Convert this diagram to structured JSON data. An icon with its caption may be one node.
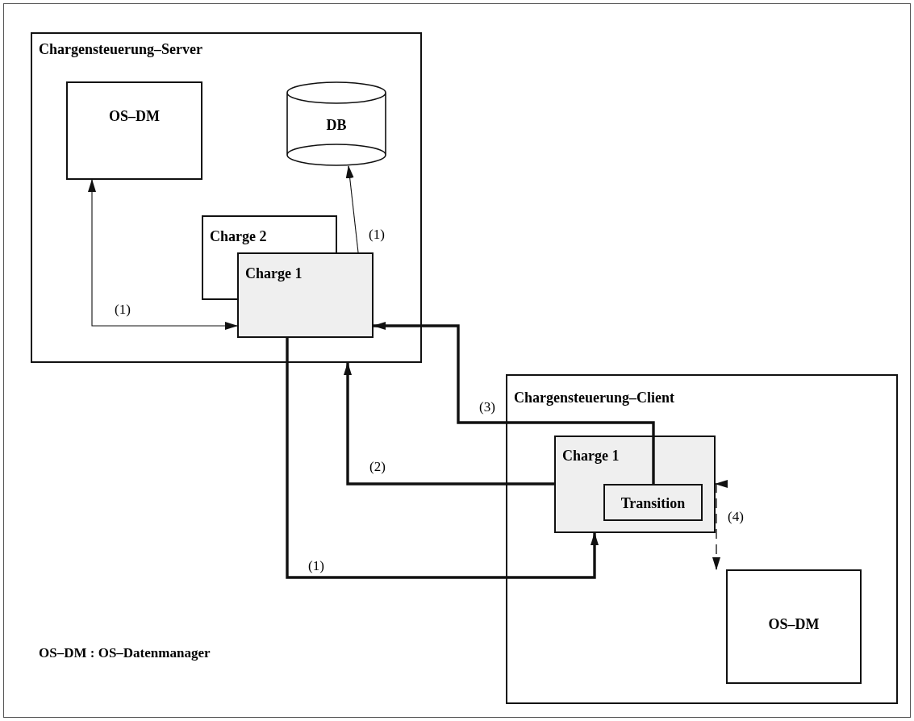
{
  "diagram": {
    "nodes": [
      {
        "text": [
          "Chargensteuerung–Server"
        ]
      },
      {
        "text": [
          "OS–DM"
        ],
        "in": 0
      },
      {
        "text": [
          "DB"
        ],
        "in": 0
      },
      {
        "text": [
          "Charge 2"
        ],
        "in": 0
      },
      {
        "text": [
          "Charge 1"
        ],
        "in": 0
      },
      {
        "text": [
          "Chargensteuerung–Client"
        ]
      },
      {
        "text": [
          "Charge 1"
        ],
        "in": 5
      },
      {
        "text": [
          "Transition"
        ],
        "in": 6
      },
      {
        "text": [
          "OS–DM"
        ],
        "in": 5
      }
    ],
    "edges": [
      {
        "from": 4,
        "to": 1,
        "arrow": "both",
        "label": "(1)"
      },
      {
        "from": 4,
        "to": 2,
        "arrow": "to",
        "label": "(1)"
      },
      {
        "from": 4,
        "to": 6,
        "arrow": "to",
        "label": "(1)",
        "style": "thick"
      },
      {
        "from": 6,
        "to": 0,
        "arrow": "to",
        "label": "(2)",
        "style": "thick"
      },
      {
        "from": 7,
        "to": 4,
        "arrow": "to",
        "label": "(3)",
        "style": "thick"
      },
      {
        "from": 8,
        "to": 6,
        "arrow": "both",
        "label": "(4)",
        "style": "dashed"
      }
    ],
    "labels": [
      "OS–DM : OS–Datenmanager"
    ]
  }
}
